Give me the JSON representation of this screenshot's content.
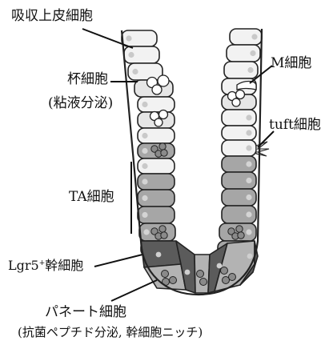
{
  "labels": {
    "absorptive": "吸収上皮細胞",
    "goblet": "杯細胞",
    "goblet_note": "(粘液分泌)",
    "m_cell": "M細胞",
    "tuft": "tuft細胞",
    "ta": "TA細胞",
    "lgr5_prefix": "Lgr5",
    "lgr5_sup": "+",
    "lgr5_suffix": "幹細胞",
    "paneth": "パネート細胞",
    "paneth_note": "(抗菌ペプチド分泌, 幹細胞ニッチ)"
  },
  "colors": {
    "absorptive_cell": "#f2f2f2",
    "goblet_cell": "#e6e6e6",
    "ta_cell": "#a6a6a6",
    "stem_cell": "#5b5b5b",
    "paneth_cell": "#b3b3b3",
    "granule": "#8a8a8a",
    "mucus": "#ffffff",
    "outline": "#222222"
  }
}
